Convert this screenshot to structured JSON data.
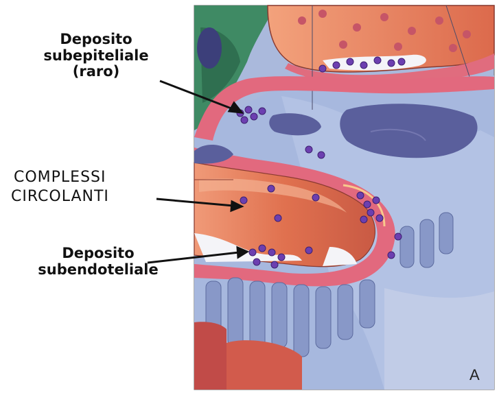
{
  "labels": {
    "deposito_subepiteliale": {
      "line1": "Deposito",
      "line2": "subepiteliale",
      "line3": "(raro)"
    },
    "complessi_circolanti": {
      "line1": "COMPLESSI",
      "line2": "CIRCOLANTI"
    },
    "deposito_subendoteliale": {
      "line1": "Deposito",
      "line2": "subendoteliale"
    }
  },
  "panel_letter": "A",
  "colors": {
    "background": "#ffffff",
    "cytoplasm_blue": "#a9b9dd",
    "nucleus_blue": "#5a5f9c",
    "capillary_red": "#dd6b55",
    "basement_membrane_pink": "#e06c7e",
    "mesangial_green": "#3f8a64",
    "immune_complex_purple": "#6c3fb0"
  }
}
